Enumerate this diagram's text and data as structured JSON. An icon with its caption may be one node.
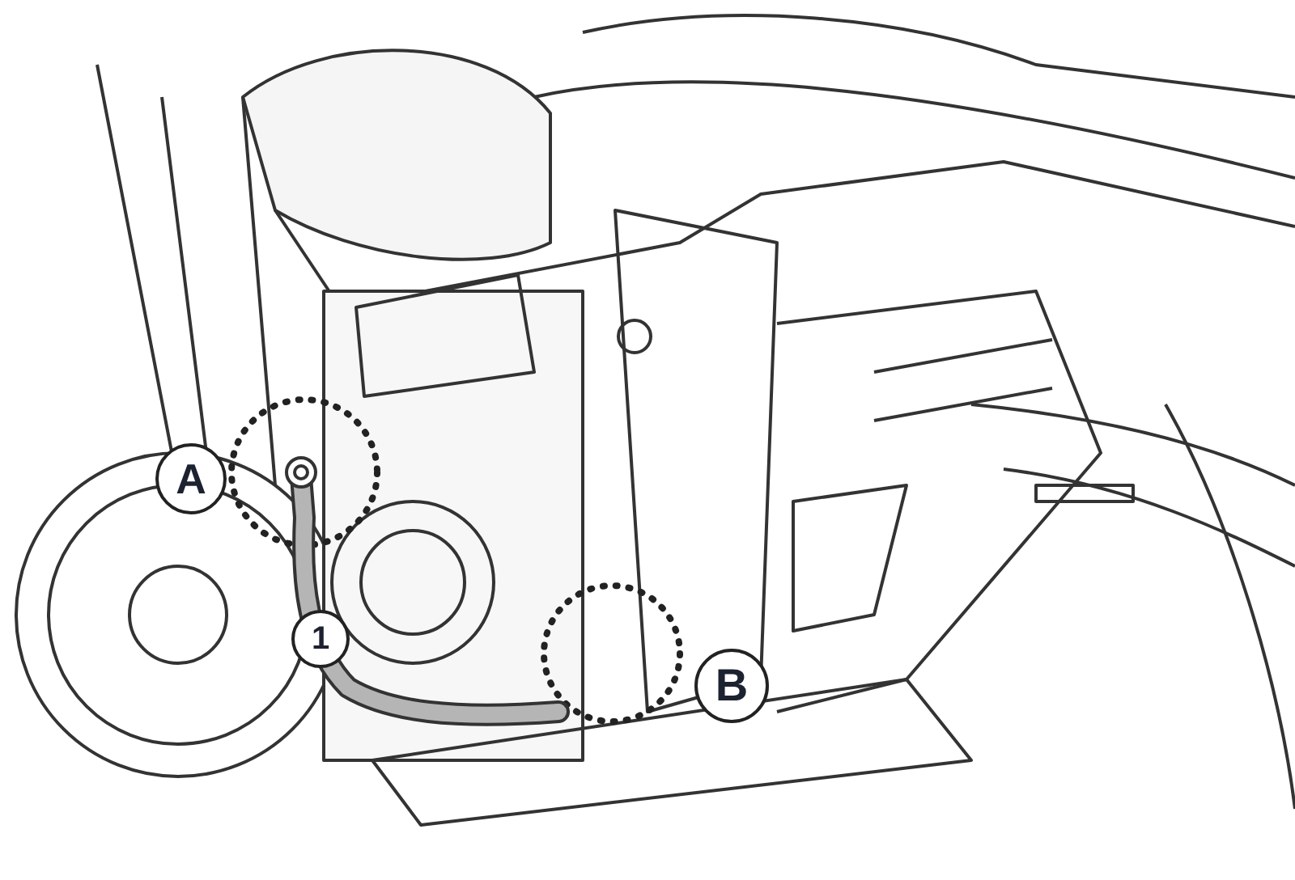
{
  "diagram": {
    "nodes": [
      {
        "text": [
          "A"
        ]
      },
      {
        "text": [
          "1"
        ]
      },
      {
        "text": [
          "B"
        ]
      }
    ]
  }
}
